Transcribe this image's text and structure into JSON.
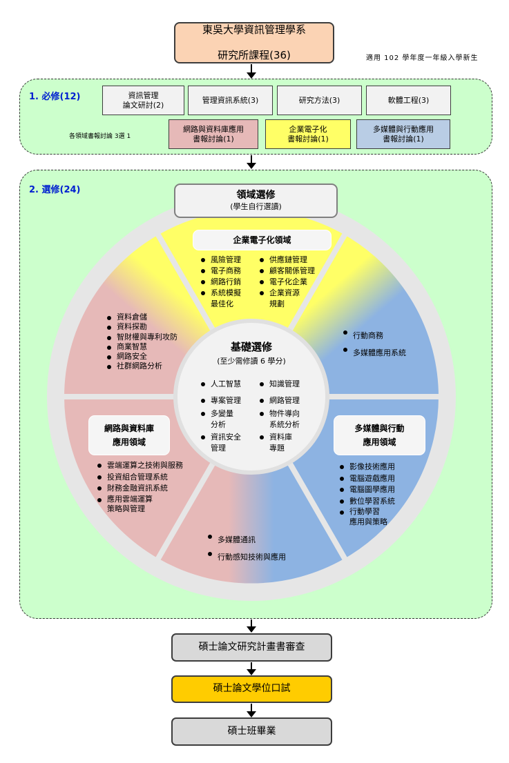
{
  "header": {
    "title_line1": "東吳大學資訊管理學系",
    "title_line2": "研究所課程(36)",
    "note": "適用 102 學年度一年級入學新生"
  },
  "required": {
    "title": "1.  必修(12)",
    "courses": [
      "資訊管理\n論文研討(2)",
      "管理資訊系統(3)",
      "研究方法(3)",
      "軟體工程(3)"
    ],
    "discussion_label": "各領域書報討論 3選 1",
    "discussions": [
      {
        "label": "網路與資料庫應用\n書報討論(1)",
        "color": "#e6b9b8"
      },
      {
        "label": "企業電子化\n書報討論(1)",
        "color": "#ffff66"
      },
      {
        "label": "多媒體與行動應用\n書報討論(1)",
        "color": "#b9cde5"
      }
    ]
  },
  "elective": {
    "title": "2.  選修(24)",
    "domain_title": "領域選修",
    "domain_sub": "(學生自行選讀)",
    "core_title": "基礎選修",
    "core_sub": "(至少需修讀 6 學分)",
    "core_left": [
      "人工智慧",
      "專案管理",
      "多變量\n分析",
      "資訊安全\n管理"
    ],
    "core_right": [
      "知識管理",
      "網路管理",
      "物件導向\n系統分析",
      "資料庫\n專題"
    ],
    "ebiz": {
      "title": "企業電子化領域",
      "left": [
        "風險管理",
        "電子商務",
        "網路行銷",
        "系統模擬\n最佳化"
      ],
      "right": [
        "供應鏈管理",
        "顧客關係管理",
        "電子化企業",
        "企業資源\n規劃"
      ]
    },
    "upper_left_items": [
      "資料倉儲",
      "資料探勘",
      "智財權與專利攻防",
      "商業智慧",
      "網路安全",
      "社群網路分析"
    ],
    "upper_right_items": [
      "行動商務",
      "多媒體應用系統"
    ],
    "network": {
      "title_line1": "網路與資料庫",
      "title_line2": "應用領域",
      "items": [
        "雲端運算之技術與服務",
        "投資組合管理系統",
        "財務金融資訊系統",
        "應用雲端運算\n策略與管理"
      ]
    },
    "multimedia": {
      "title_line1": "多媒體與行動",
      "title_line2": "應用領域",
      "items": [
        "影像技術應用",
        "電腦遊戲應用",
        "電腦圖學應用",
        "數位學習系統",
        "行動學習\n應用與策略"
      ]
    },
    "bottom_items": [
      "多媒體通訊",
      "行動感知技術與應用"
    ],
    "colors": {
      "yellow": "#ffff66",
      "pink": "#e6b9b8",
      "blue": "#8db3e2",
      "panel": "#ccffcc"
    }
  },
  "flow": {
    "review": "碩士論文研究計畫書審查",
    "oral": "碩士論文學位口試",
    "oral_color": "#ffcc00",
    "graduate": "碩士班畢業"
  }
}
